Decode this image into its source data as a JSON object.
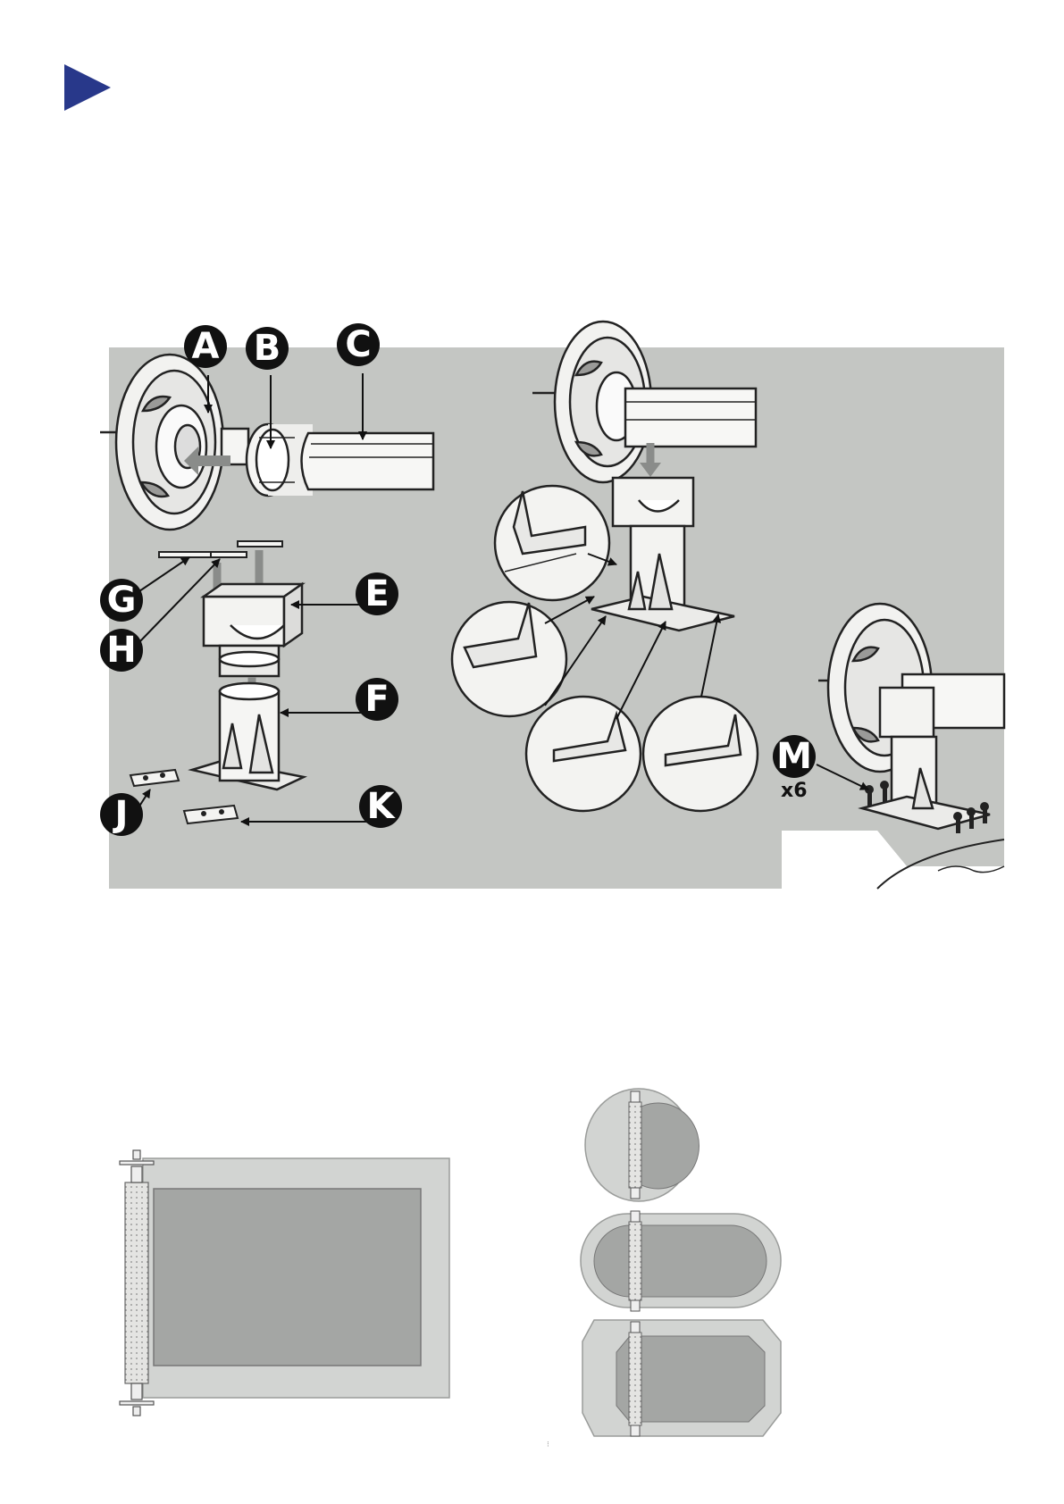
{
  "markers": {
    "section_icon": "play-triangle-icon",
    "accent_color": "#28388a"
  },
  "callouts": {
    "a": "A",
    "b": "B",
    "c": "C",
    "e": "E",
    "f": "F",
    "g": "G",
    "h": "H",
    "j": "J",
    "k": "K",
    "m": "M",
    "m_qty": "x6"
  },
  "page_mark": "⁝"
}
